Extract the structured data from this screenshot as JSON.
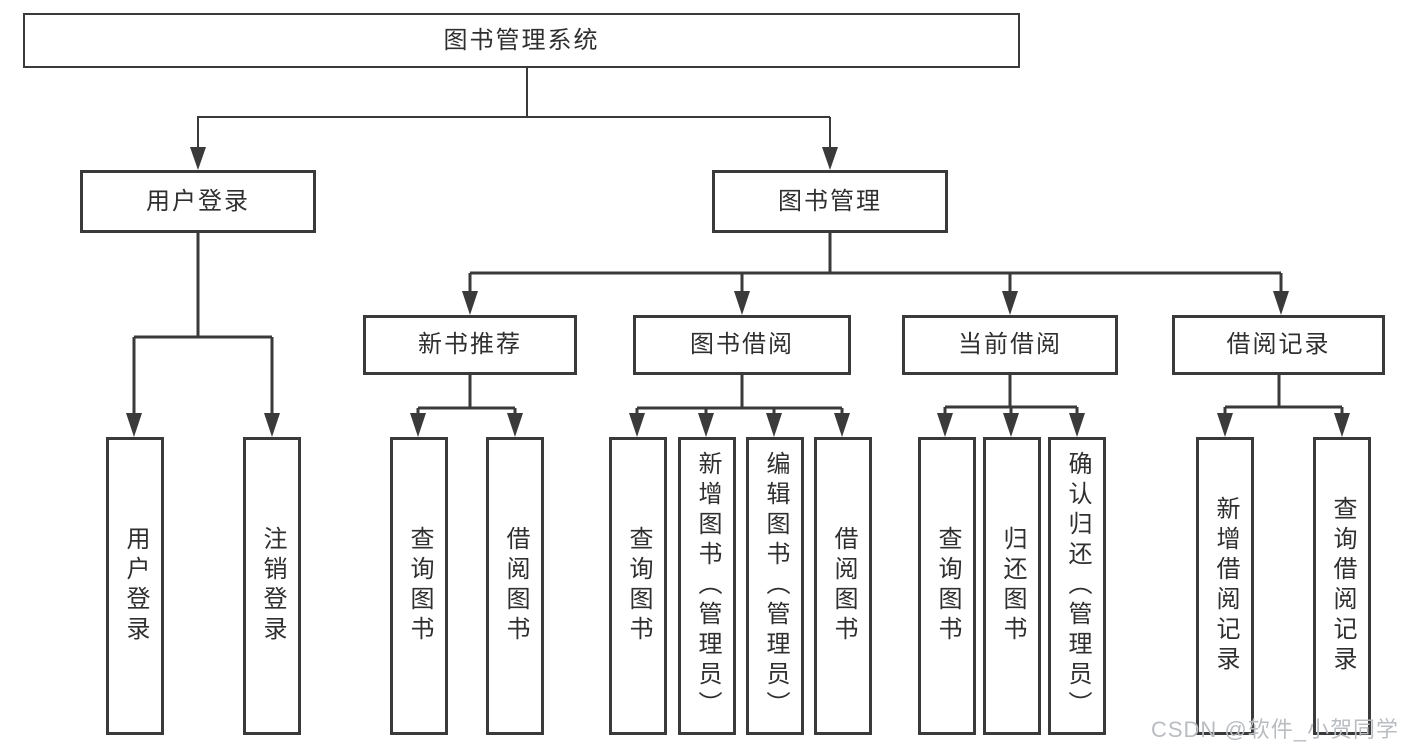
{
  "title": "图书管理系统",
  "colors": {
    "line": "#3a3a3a",
    "box_border": "#3a3a3a",
    "text": "#2f2f2f",
    "background": "#ffffff",
    "watermark": "#b9bdc1"
  },
  "watermark": {
    "text": "CSDN @软件_小贺同学"
  },
  "nodes": {
    "root": {
      "label": "图书管理系统"
    },
    "login": {
      "label": "用户登录"
    },
    "mgmt": {
      "label": "图书管理"
    },
    "rec": {
      "label": "新书推荐"
    },
    "borrow": {
      "label": "图书借阅"
    },
    "current": {
      "label": "当前借阅"
    },
    "records": {
      "label": "借阅记录"
    },
    "login_user": {
      "label": "用户登录"
    },
    "login_logout": {
      "label": "注销登录"
    },
    "rec_query": {
      "label": "查询图书"
    },
    "rec_borrow": {
      "label": "借阅图书"
    },
    "borrow_query": {
      "label": "查询图书"
    },
    "borrow_add": {
      "label": "新增图书（管理员）"
    },
    "borrow_edit": {
      "label": "编辑图书（管理员）"
    },
    "borrow_borrow": {
      "label": "借阅图书"
    },
    "current_query": {
      "label": "查询图书"
    },
    "current_return": {
      "label": "归还图书"
    },
    "current_confirm": {
      "label": "确认归还（管理员）"
    },
    "records_add": {
      "label": "新增借阅记录"
    },
    "records_query": {
      "label": "查询借阅记录"
    }
  },
  "hierarchy": {
    "root": [
      "login",
      "mgmt"
    ],
    "login": [
      "login_user",
      "login_logout"
    ],
    "mgmt": [
      "rec",
      "borrow",
      "current",
      "records"
    ],
    "rec": [
      "rec_query",
      "rec_borrow"
    ],
    "borrow": [
      "borrow_query",
      "borrow_add",
      "borrow_edit",
      "borrow_borrow"
    ],
    "current": [
      "current_query",
      "current_return",
      "current_confirm"
    ],
    "records": [
      "records_add",
      "records_query"
    ]
  }
}
